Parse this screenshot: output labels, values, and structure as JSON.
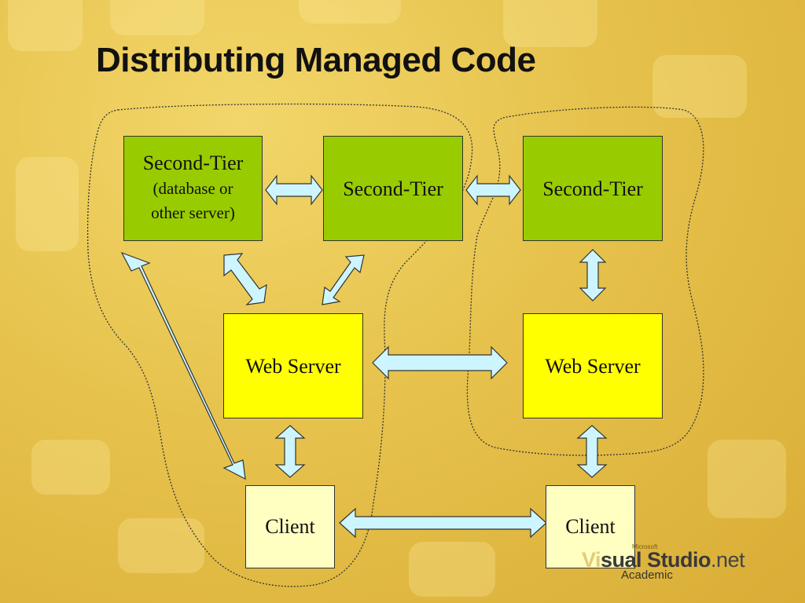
{
  "slide": {
    "title": "Distributing Managed Code"
  },
  "nodes": {
    "second_tier_db": {
      "label": "Second-Tier",
      "sublabel_line1": "(database or",
      "sublabel_line2": "other server)"
    },
    "second_tier_mid": {
      "label": "Second-Tier"
    },
    "second_tier_right": {
      "label": "Second-Tier"
    },
    "web_server_left": {
      "label": "Web Server"
    },
    "web_server_right": {
      "label": "Web Server"
    },
    "client_left": {
      "label": "Client"
    },
    "client_right": {
      "label": "Client"
    }
  },
  "logo": {
    "tagline": "Microsoft",
    "product_prefix": "Vi",
    "product_main": "sual Studio",
    "product_suffix": ".net",
    "edition": "Academic"
  },
  "colors": {
    "second_tier_fill": "#99cc00",
    "web_server_fill": "#ffff00",
    "client_fill": "#ffffc2",
    "arrow_fill": "#ccf5ff",
    "background": "#e6c24c"
  }
}
